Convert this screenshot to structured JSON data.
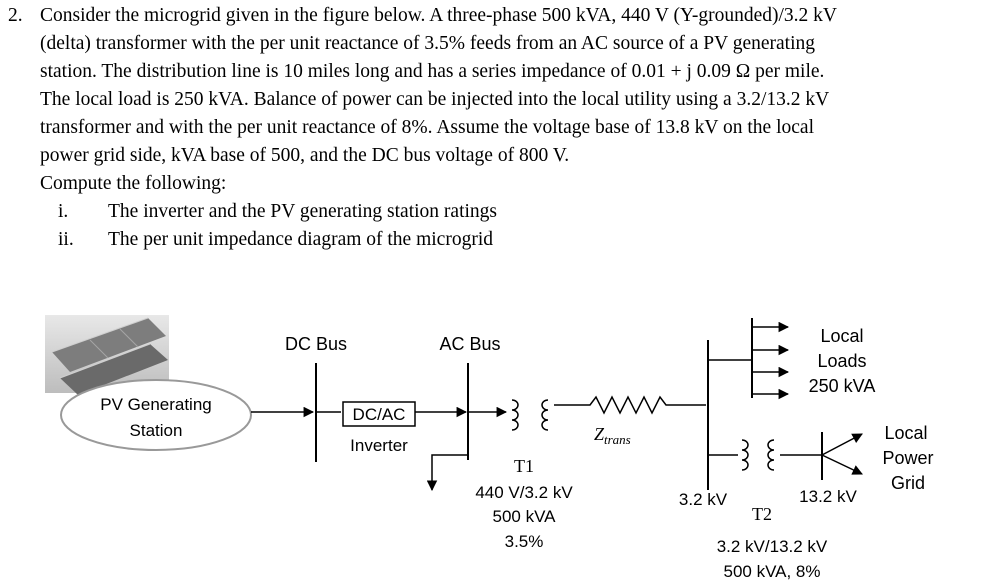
{
  "question": {
    "number": "2.",
    "lines": [
      "Consider the microgrid given in the figure below. A three-phase 500 kVA, 440 V (Y-grounded)/3.2 kV",
      "(delta) transformer with the per unit reactance of 3.5% feeds from an AC source of a PV generating",
      "station. The distribution line is 10 miles long and has a series impedance of 0.01 + j 0.09 Ω per mile.",
      "The local load is 250 kVA. Balance of power can be injected into the local utility using a 3.2/13.2 kV",
      "transformer and with the per unit reactance of 8%. Assume the voltage base of 13.8 kV on the local",
      "power grid side, kVA base of 500, and the DC bus voltage of 800 V.",
      "Compute the following:"
    ],
    "items": [
      {
        "num": "i.",
        "text": "The inverter and the PV generating station ratings"
      },
      {
        "num": "ii.",
        "text": "The per unit impedance diagram of the microgrid"
      }
    ]
  },
  "diagram": {
    "pv_label_1": "PV Generating",
    "pv_label_2": "Station",
    "dc_bus": "DC Bus",
    "ac_bus": "AC Bus",
    "inverter_box": "DC/AC",
    "inverter_label": "Inverter",
    "t1_name": "T1",
    "t1_voltage": "440 V/3.2 kV",
    "t1_rating": "500 kVA",
    "t1_reactance": "3.5%",
    "z_trans_main": "Z",
    "z_trans_sub": "trans",
    "loads_1": "Local",
    "loads_2": "Loads",
    "loads_3": "250 kVA",
    "bus_32": "3.2 kV",
    "t2_name": "T2",
    "bus_132": "13.2 kV",
    "t2_voltage": "3.2 kV/13.2 kV",
    "t2_rating": "500 kVA, 8%",
    "grid_1": "Local",
    "grid_2": "Power",
    "grid_3": "Grid"
  }
}
